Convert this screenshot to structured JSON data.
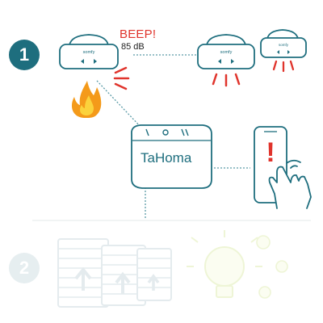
{
  "steps": {
    "first": "1",
    "second": "2"
  },
  "alarm": {
    "sound_label": "BEEP!",
    "volume_label": "85 dB"
  },
  "hub": {
    "label": "TaHoma"
  },
  "detector": {
    "brand_label": "somfy"
  },
  "phone": {
    "alert_glyph": "!"
  },
  "colors": {
    "teal": "#1e6e7e",
    "teal_light": "#5a9aa6",
    "alarm_red": "#e0342c",
    "flame_orange": "#f49a1a",
    "flame_yellow": "#fbd23c",
    "faded": "#e6eef0",
    "faded_bulb": "#eef5d6"
  },
  "icons": [
    "smoke-detector-icon",
    "sound-wave-icon",
    "flame-icon",
    "tahoma-box-icon",
    "smartphone-alert-icon",
    "tapping-hand-icon",
    "shutter-up-icon",
    "light-bulb-icon"
  ]
}
